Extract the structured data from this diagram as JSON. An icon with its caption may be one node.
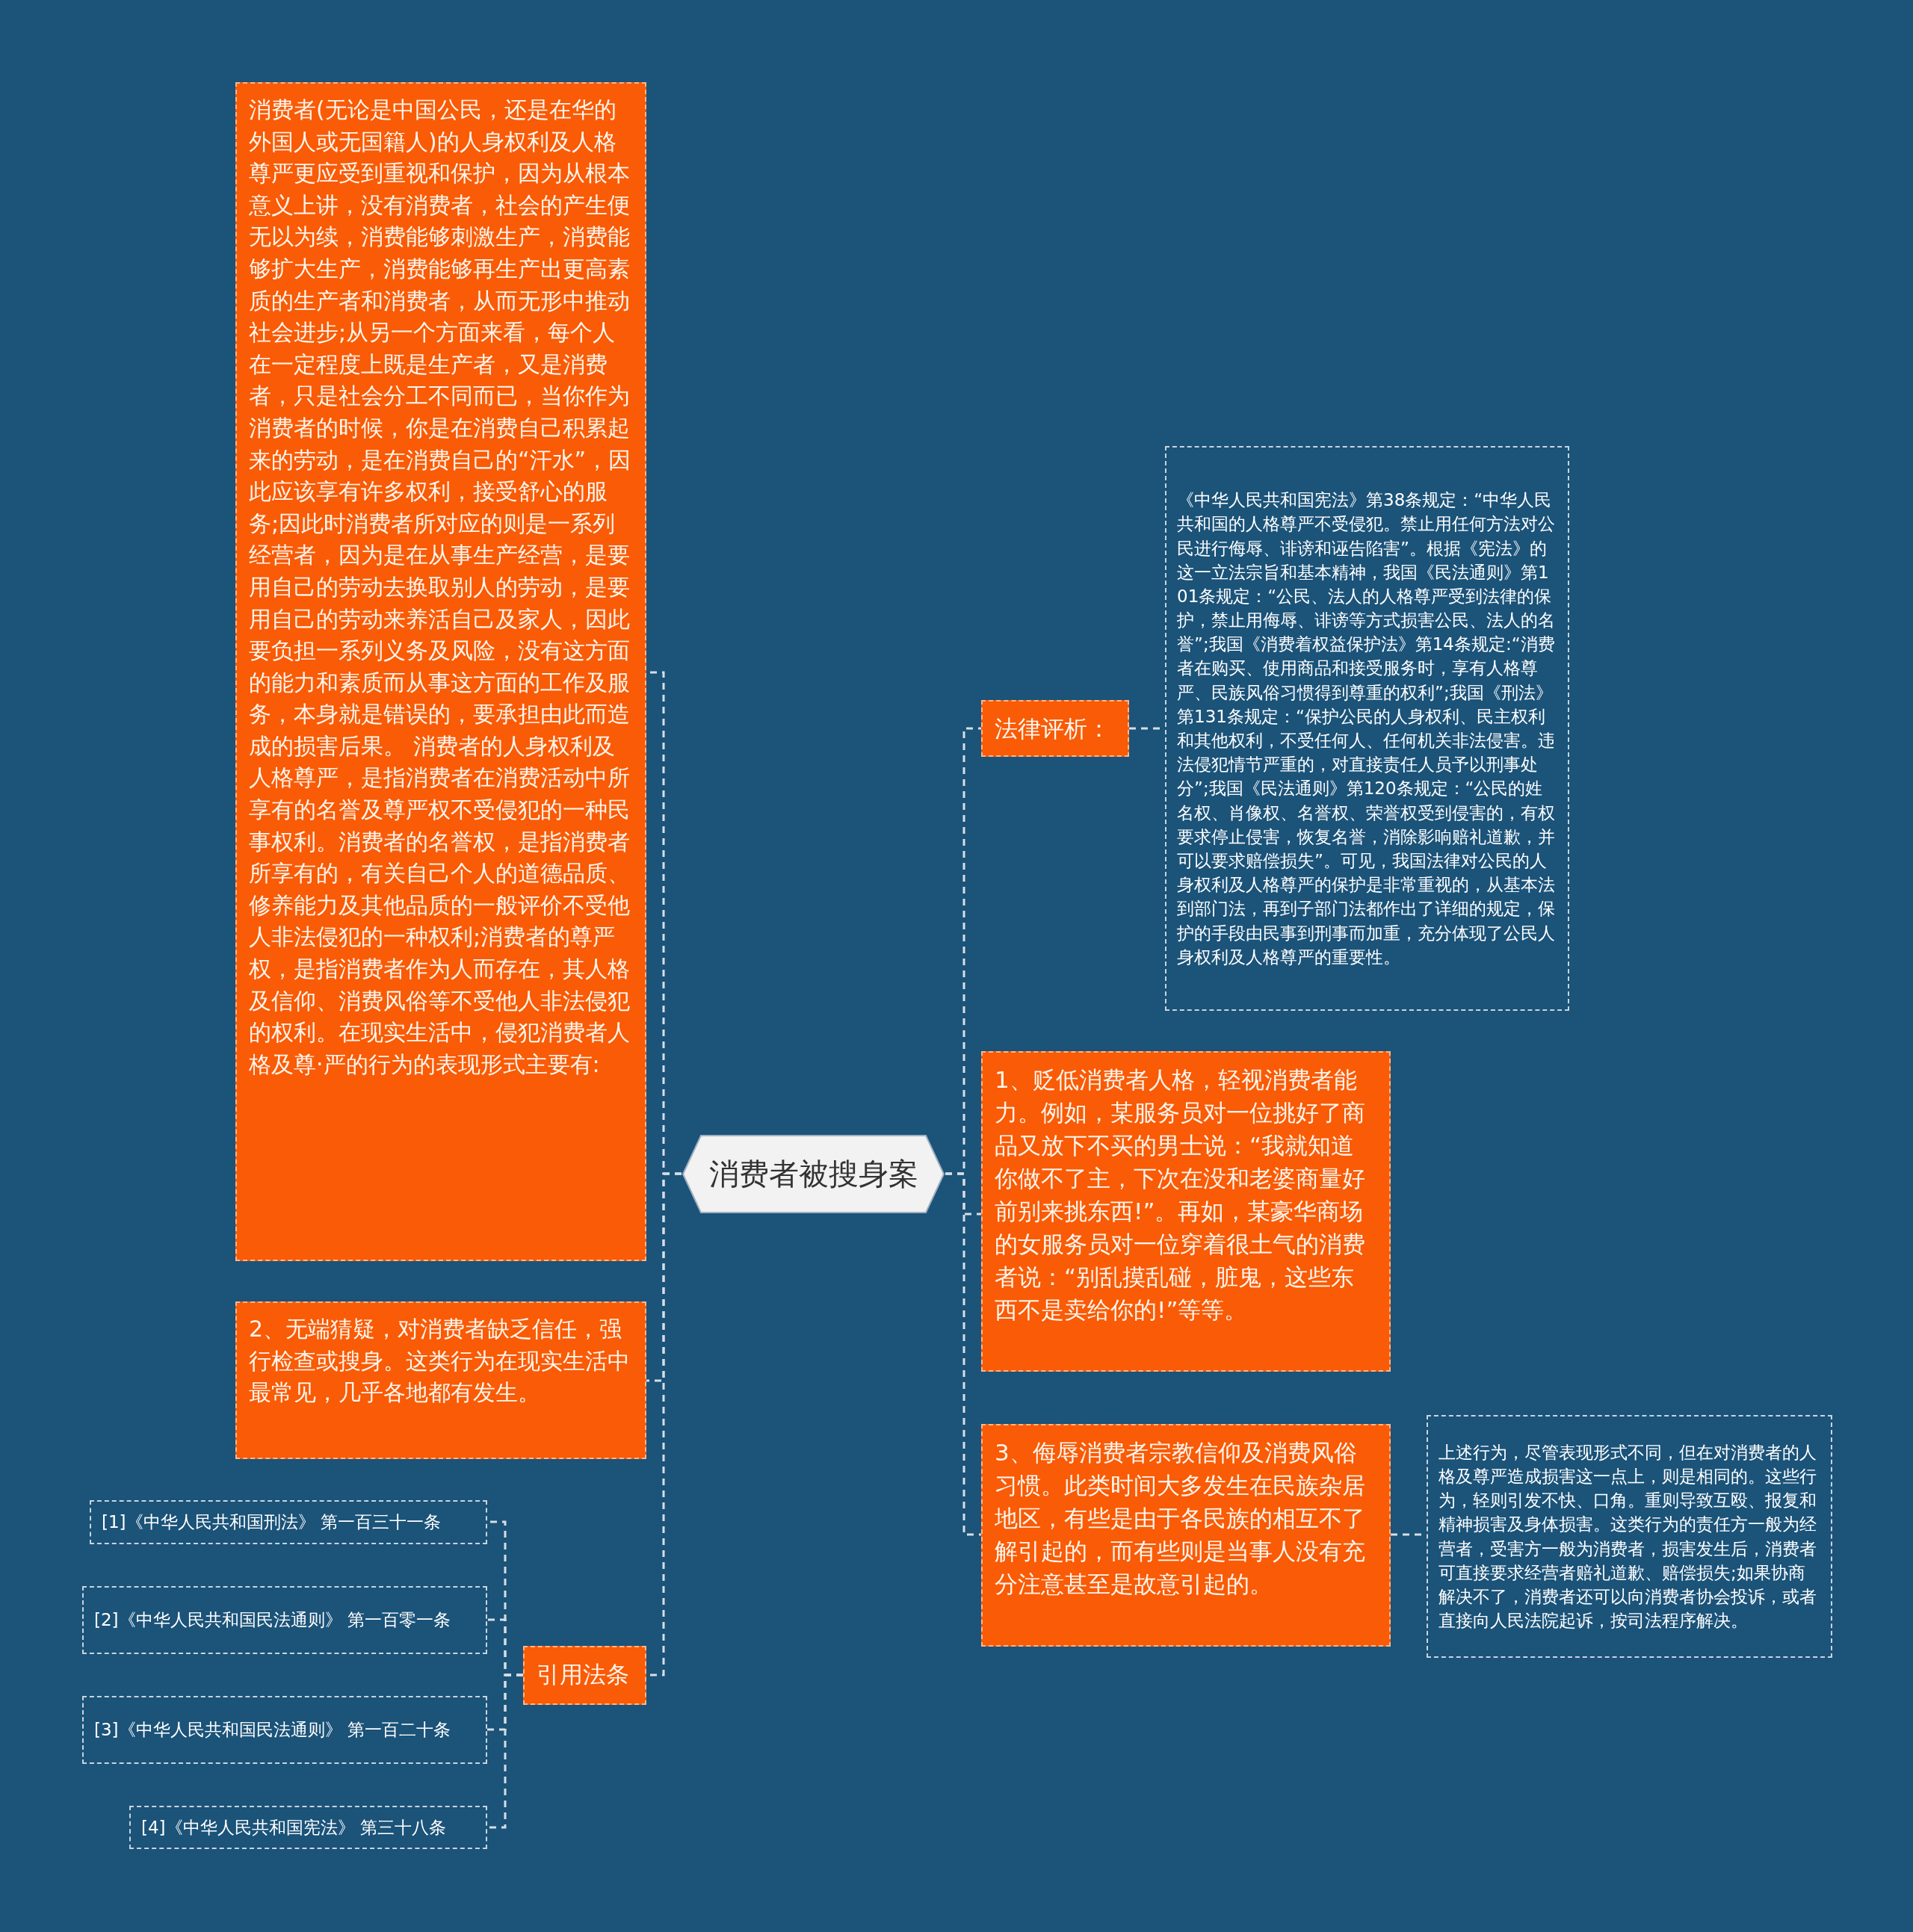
{
  "diagram": {
    "nodes": [
      {
        "text": [
          "消费者被搜身案"
        ]
      },
      {
        "text": [
          "消费者(无论是中国公民，还是在华的外国人或无国籍人)的人身权利及人格尊严更应受到重视和保护，因为从根本意义上讲，没有消费者，社会的产生便无以为续，消费能够刺激生产，消费能够扩大生产，消费能够再生产出更高素质的生产者和消费者，从而无形中推动社会进步;从另一个方面来看，每个人在一定程度上既是生产者，又是消费者，只是社会分工不同而已，当你作为消费者的时候，你是在消费自己积累起来的劳动，是在消费自己的“汗水”，因此应该享有许多权利，接受舒心的服务;因此时消费者所对应的则是一系列经营者，因为是在从事生产经营，是要用自己的劳动去换取别人的劳动，是要用自己的劳动来养活自己及家人，因此要负担一系列义务及风险，没有这方面的能力和素质而从事这方面的工作及服务，本身就是错误的，要承担由此而造成的损害后果。 消费者的人身权利及人格尊严，是指消费者在消费活动中所享有的名誉及尊严权不受侵犯的一种民事权利。消费者的名誉权，是指消费者所享有的，有关自己个人的道德品质、修养能力及其他品质的一般评价不受他人非法侵犯的一种权利;消费者的尊严权，是指消费者作为人而存在，其人格及信仰、消费风俗等不受他人非法侵犯的权利。在现实生活中，侵犯消费者人格及尊·严的行为的表现形式主要有:"
        ]
      },
      {
        "text": [
          "2、无端猜疑，对消费者缺乏信任，强行检查或搜身。这类行为在现实生活中最常见，几乎各地都有发生。"
        ]
      },
      {
        "text": [
          "引用法条"
        ]
      },
      {
        "text": [
          "[1]《中华人民共和国刑法》 第一百三十一条"
        ]
      },
      {
        "text": [
          "[2]《中华人民共和国民法通则》 第一百零一条"
        ]
      },
      {
        "text": [
          "[3]《中华人民共和国民法通则》 第一百二十条"
        ]
      },
      {
        "text": [
          "[4]《中华人民共和国宪法》 第三十八条"
        ]
      },
      {
        "text": [
          "法律评析："
        ]
      },
      {
        "text": [
          "《中华人民共和国宪法》第38条规定：“中华人民共和国的人格尊严不受侵犯。禁止用任何方法对公民进行侮辱、诽谤和诬告陷害”。根据《宪法》的这一立法宗旨和基本精神，我国《民法通则》第101条规定：“公民、法人的人格尊严受到法律的保护，禁止用侮辱、诽谤等方式损害公民、法人的名誉”;我国《消费着权益保护法》第14条规定:“消费者在购买、使用商品和接受服务时，享有人格尊严、民族风俗习惯得到尊重的权利”;我国《刑法》第131条规定：“保护公民的人身权利、民主权利和其他权利，不受任何人、任何机关非法侵害。违法侵犯情节严重的，对直接责任人员予以刑事处分”;我国《民法通则》第120条规定：“公民的姓名权、肖像权、名誉权、荣誉权受到侵害的，有权要求停止侵害，恢复名誉，消除影响赔礼道歉，并可以要求赔偿损失”。可见，我国法律对公民的人身权利及人格尊严的保护是非常重视的，从基本法到部门法，再到子部门法都作出了详细的规定，保护的手段由民事到刑事而加重，充分体现了公民人身权利及人格尊严的重要性。"
        ]
      },
      {
        "text": [
          "1、贬低消费者人格，轻视消费者能力。例如，某服务员对一位挑好了商品又放下不买的男士说：“我就知道你做不了主，下次在没和老婆商量好前别来挑东西!”。再如，某豪华商场的女服务员对一位穿着很土气的消费者说：“别乱摸乱碰，脏鬼，这些东西不是卖给你的!”等等。"
        ]
      },
      {
        "text": [
          "3、侮辱消费者宗教信仰及消费风俗习惯。此类时间大多发生在民族杂居地区，有些是由于各民族的相互不了解引起的，而有些则是当事人没有充分注意甚至是故意引起的。"
        ]
      },
      {
        "text": [
          "上述行为，尽管表现形式不同，但在对消费者的人格及尊严造成损害这一点上，则是相同的。这些行为，轻则引发不快、口角。重则导致互殴、报复和精神损害及身体损害。这类行为的责任方一般为经营者，受害方一般为消费者，损害发生后，消费者可直接要求经营者赔礼道歉、赔偿损失;如果协商解决不了，消费者还可以向消费者协会投诉，或者直接向人民法院起诉，按司法程序解决。"
        ]
      }
    ],
    "edges": [
      {
        "from": 0,
        "to": 1,
        "arrow": "none",
        "style": "dashed"
      },
      {
        "from": 0,
        "to": 2,
        "arrow": "none",
        "style": "dashed"
      },
      {
        "from": 0,
        "to": 3,
        "arrow": "none",
        "style": "dashed"
      },
      {
        "from": 3,
        "to": 4,
        "arrow": "none",
        "style": "dashed"
      },
      {
        "from": 3,
        "to": 5,
        "arrow": "none",
        "style": "dashed"
      },
      {
        "from": 3,
        "to": 6,
        "arrow": "none",
        "style": "dashed"
      },
      {
        "from": 3,
        "to": 7,
        "arrow": "none",
        "style": "dashed"
      },
      {
        "from": 0,
        "to": 8,
        "arrow": "none",
        "style": "dashed"
      },
      {
        "from": 8,
        "to": 9,
        "arrow": "none",
        "style": "dashed"
      },
      {
        "from": 0,
        "to": 10,
        "arrow": "none",
        "style": "dashed"
      },
      {
        "from": 0,
        "to": 11,
        "arrow": "none",
        "style": "dashed"
      },
      {
        "from": 11,
        "to": 12,
        "arrow": "none",
        "style": "dashed"
      }
    ]
  }
}
